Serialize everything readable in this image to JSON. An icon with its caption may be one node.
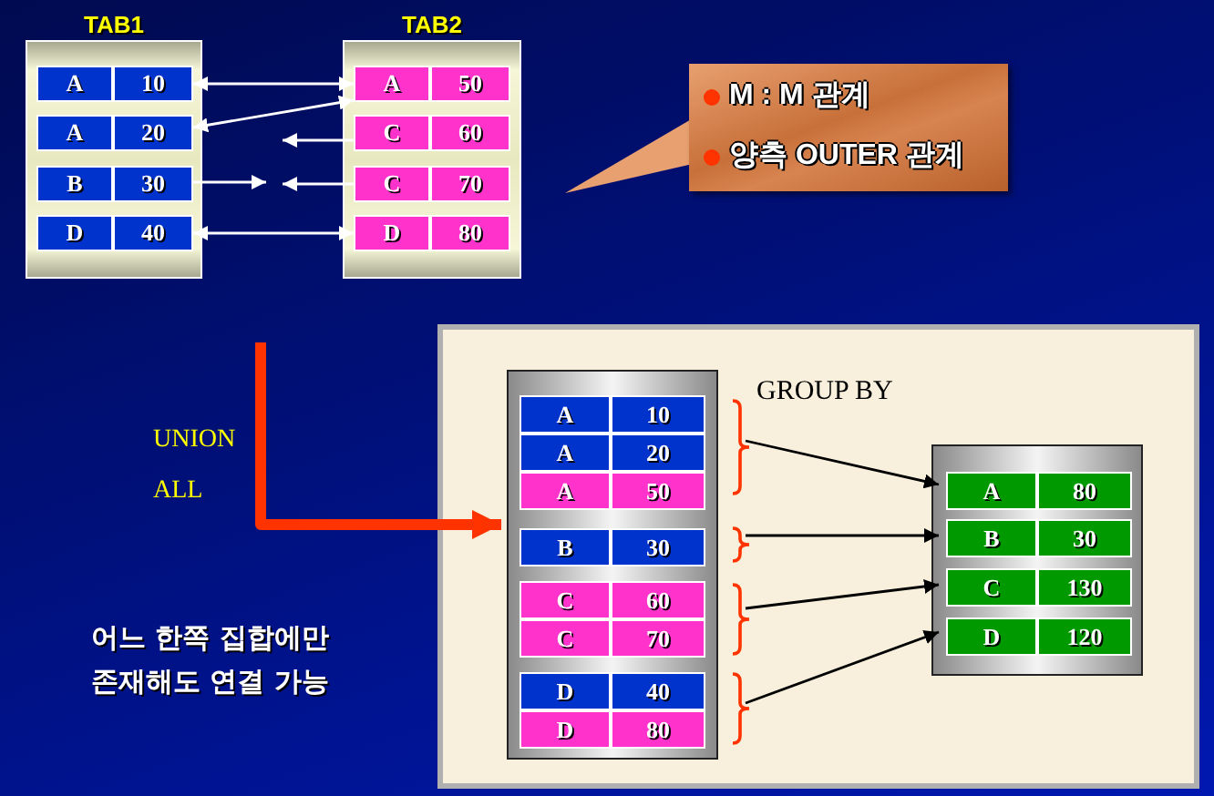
{
  "diagram": {
    "nodes": [
      {
        "text": [
          "TAB1"
        ]
      },
      {
        "text": [
          "A",
          "10"
        ],
        "in": 0
      },
      {
        "text": [
          "A",
          "20"
        ],
        "in": 0
      },
      {
        "text": [
          "B",
          "30"
        ],
        "in": 0
      },
      {
        "text": [
          "D",
          "40"
        ],
        "in": 0
      },
      {
        "text": [
          "TAB2"
        ]
      },
      {
        "text": [
          "A",
          "50"
        ],
        "in": 5
      },
      {
        "text": [
          "C",
          "60"
        ],
        "in": 5
      },
      {
        "text": [
          "C",
          "70"
        ],
        "in": 5
      },
      {
        "text": [
          "D",
          "80"
        ],
        "in": 5
      },
      {
        "text": [
          "M : M 관계",
          "양측 OUTER 관계"
        ]
      },
      {
        "text": [],
        "shape": "box"
      },
      {
        "text": [],
        "shape": "box",
        "in": 11
      },
      {
        "text": [
          "A",
          "10"
        ],
        "in": 12
      },
      {
        "text": [
          "A",
          "20"
        ],
        "in": 12
      },
      {
        "text": [
          "A",
          "50"
        ],
        "in": 12
      },
      {
        "text": [
          "B",
          "30"
        ],
        "in": 12
      },
      {
        "text": [
          "C",
          "60"
        ],
        "in": 12
      },
      {
        "text": [
          "C",
          "70"
        ],
        "in": 12
      },
      {
        "text": [
          "D",
          "40"
        ],
        "in": 12
      },
      {
        "text": [
          "D",
          "80"
        ],
        "in": 12
      },
      {
        "text": [],
        "shape": "box",
        "in": 11
      },
      {
        "text": [
          "A",
          "80"
        ],
        "in": 21
      },
      {
        "text": [
          "B",
          "30"
        ],
        "in": 21
      },
      {
        "text": [
          "C",
          "130"
        ],
        "in": 21
      },
      {
        "text": [
          "D",
          "120"
        ],
        "in": 21
      },
      {
        "text": [],
        "shape": "bracket",
        "in": 11
      },
      {
        "text": [],
        "shape": "bracket",
        "in": 11
      },
      {
        "text": [],
        "shape": "bracket",
        "in": 11
      },
      {
        "text": [],
        "shape": "bracket",
        "in": 11
      }
    ],
    "edges": [
      {
        "from": 1,
        "to": 6,
        "arrow": "both"
      },
      {
        "from": 2,
        "to": 6,
        "arrow": "both"
      },
      {
        "from": 7,
        "to": null,
        "arrow": "to"
      },
      {
        "from": 3,
        "to": null,
        "arrow": "to"
      },
      {
        "from": 8,
        "to": null,
        "arrow": "to"
      },
      {
        "from": 4,
        "to": 9,
        "arrow": "both"
      },
      {
        "from": null,
        "to": 12,
        "arrow": "to",
        "label": "UNION ALL",
        "style": "thick",
        "color": "#ff3300"
      },
      {
        "from": 26,
        "to": 22,
        "arrow": "to",
        "color": "#000000"
      },
      {
        "from": 27,
        "to": 23,
        "arrow": "to",
        "color": "#000000"
      },
      {
        "from": 28,
        "to": 24,
        "arrow": "to",
        "color": "#000000"
      },
      {
        "from": 29,
        "to": 25,
        "arrow": "to",
        "color": "#000000"
      }
    ],
    "labels": [
      "GROUP BY",
      "어느 한쪽 집합에만 존재해도 연결 가능"
    ]
  }
}
